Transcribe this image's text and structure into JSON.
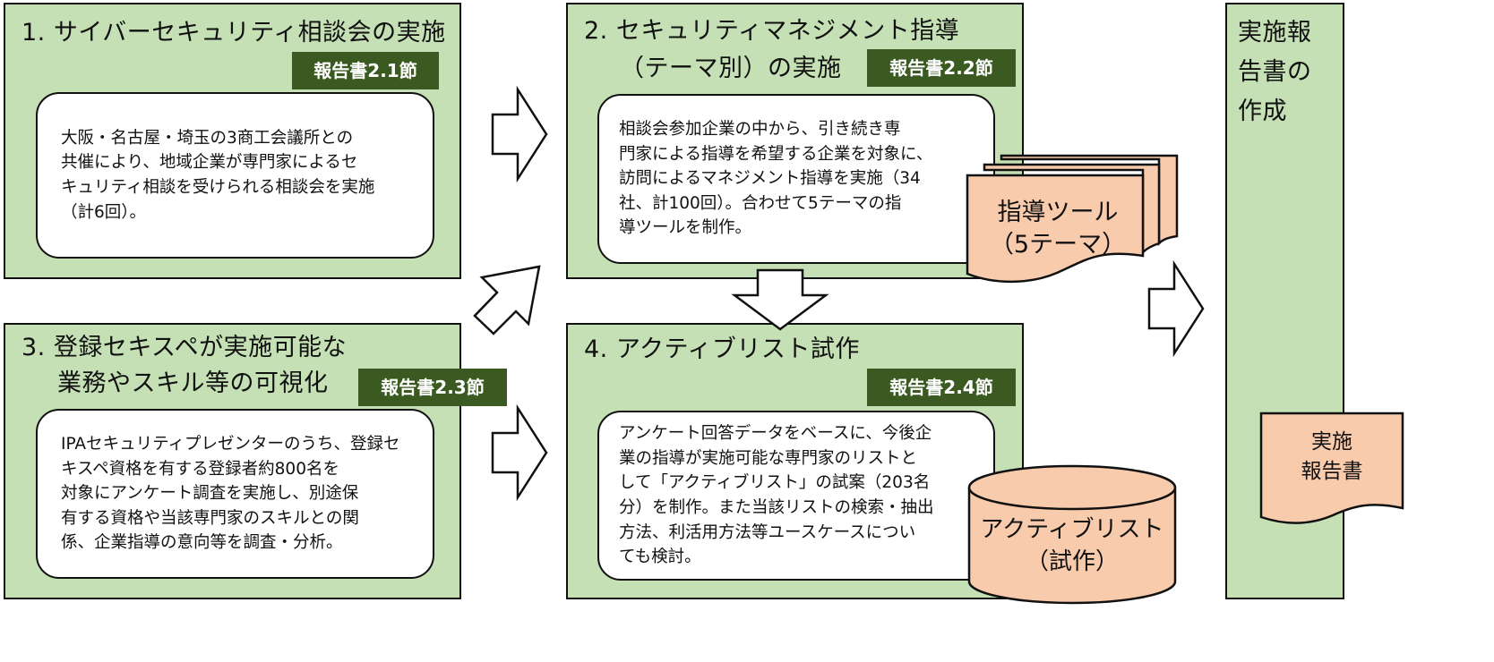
{
  "panel1": {
    "title": "1. サイバーセキュリティ相談会の実施",
    "badge": "報告書2.1節",
    "desc": "大阪・名古屋・埼玉の3商工会議所との\n共催により、地域企業が専門家によるセ\nキュリティ相談を受けられる相談会を実施\n（計6回）。"
  },
  "panel2": {
    "title_line1": "2. セキュリティマネジメント指導",
    "title_line2": "（テーマ別）の実施",
    "badge": "報告書2.2節",
    "desc": "相談会参加企業の中から、引き続き専\n門家による指導を希望する企業を対象に、\n訪問によるマネジメント指導を実施（34\n社、計100回）。合わせて5テーマの指\n導ツールを制作。",
    "tool_label": "指導ツール\n（5テーマ）"
  },
  "panel3": {
    "title_line1": "3. 登録セキスペが実施可能な",
    "title_line2": "業務やスキル等の可視化",
    "badge": "報告書2.3節",
    "desc": "IPAセキュリティプレゼンターのうち、登録セ\nキスペ資格を有する登録者約800名を\n対象にアンケート調査を実施し、別途保\n有する資格や当該専門家のスキルとの関\n係、企業指導の意向等を調査・分析。"
  },
  "panel4": {
    "title": "4. アクティブリスト試作",
    "badge": "報告書2.4節",
    "desc": "アンケート回答データをベースに、今後企\n業の指導が実施可能な専門家のリストと\nして「アクティブリスト」の試案（203名\n分）を制作。また当該リストの検索・抽出\n方法、利活用方法等ユースケースについ\nても検討。",
    "db_label": "アクティブリスト\n（試作）"
  },
  "panel5": {
    "title": "実施報\n告書の\n作成",
    "doc_label": "実施\n報告書"
  },
  "colors": {
    "panel_fill": "#c5e0b4",
    "badge_fill": "#3a5a21",
    "shape_fill": "#f8cbad"
  }
}
